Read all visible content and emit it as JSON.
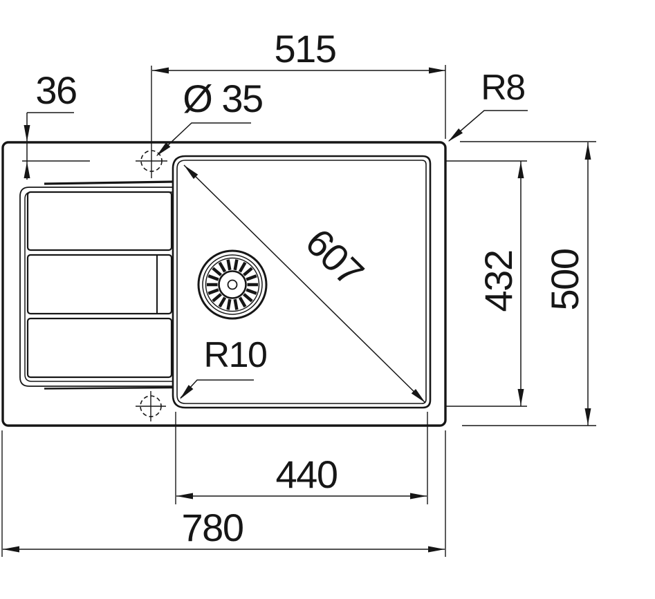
{
  "drawing": {
    "dims": {
      "cutout_top_width": "515",
      "tap_offset": "36",
      "tap_hole_diameter": "Ø 35",
      "outer_corner_radius": "R8",
      "bowl_diagonal": "607",
      "bowl_corner_radius": "R10",
      "bowl_inner_depth": "432",
      "overall_depth": "500",
      "bowl_bottom_width": "440",
      "overall_width": "780"
    },
    "colors": {
      "ink": "#161616",
      "paper": "#ffffff"
    }
  }
}
